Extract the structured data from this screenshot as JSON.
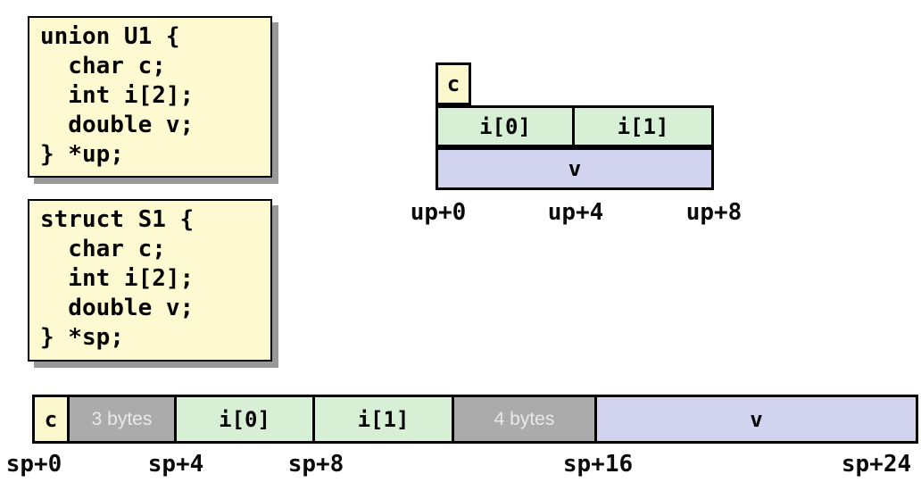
{
  "code_blocks": {
    "union": {
      "lines": [
        "union U1 {",
        "  char c;",
        "  int i[2];",
        "  double v;",
        "} *up;"
      ]
    },
    "struct": {
      "lines": [
        "struct S1 {",
        "  char c;",
        "  int i[2];",
        "  double v;",
        "} *sp;"
      ]
    }
  },
  "union_diagram": {
    "char_cell": "c",
    "int_cells": [
      "i[0]",
      "i[1]"
    ],
    "double_cell": "v",
    "offset_labels": [
      "up+0",
      "up+4",
      "up+8"
    ]
  },
  "struct_diagram": {
    "cells": [
      {
        "label": "c",
        "kind": "char"
      },
      {
        "label": "3 bytes",
        "kind": "padding"
      },
      {
        "label": "i[0]",
        "kind": "int"
      },
      {
        "label": "i[1]",
        "kind": "int"
      },
      {
        "label": "4 bytes",
        "kind": "padding"
      },
      {
        "label": "v",
        "kind": "double"
      }
    ],
    "offset_labels": [
      "sp+0",
      "sp+4",
      "sp+8",
      "sp+16",
      "sp+24"
    ]
  },
  "colors": {
    "char_fill": "#fbf8cd",
    "int_fill": "#d7efd4",
    "double_fill": "#d2d4ef",
    "padding_fill": "#ababab",
    "padding_text": "#e9e9e9",
    "code_box_fill": "#fdfad2",
    "box_shadow": "#999999",
    "border": "#000000",
    "background": "#ffffff"
  }
}
